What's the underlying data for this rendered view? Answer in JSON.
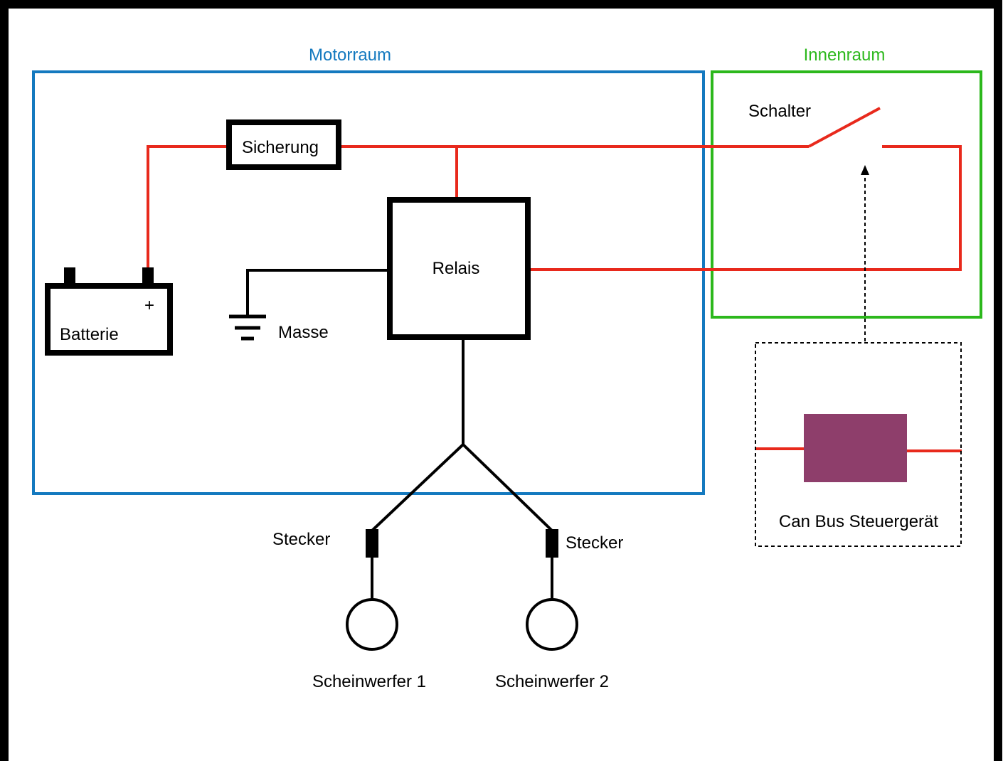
{
  "colors": {
    "frame": "#000000",
    "motorraum": "#1479bf",
    "innenraum": "#2cb81c",
    "wire_power": "#e8291c",
    "wire_ground": "#000000",
    "can_module": "#8e3e6b"
  },
  "zones": {
    "motorraum": "Motorraum",
    "innenraum": "Innenraum"
  },
  "components": {
    "fuse": "Sicherung",
    "relay": "Relais",
    "battery": "Batterie",
    "battery_plus": "+",
    "ground": "Masse",
    "switch": "Schalter",
    "can_module": "Can Bus Steuergerät",
    "connector_left": "Stecker",
    "connector_right": "Stecker",
    "headlight_1": "Scheinwerfer 1",
    "headlight_2": "Scheinwerfer 2"
  },
  "icons": {
    "ground": "ground-symbol-icon",
    "switch": "switch-symbol-icon",
    "headlight": "lamp-circle-icon",
    "connector": "plug-connector-icon"
  }
}
